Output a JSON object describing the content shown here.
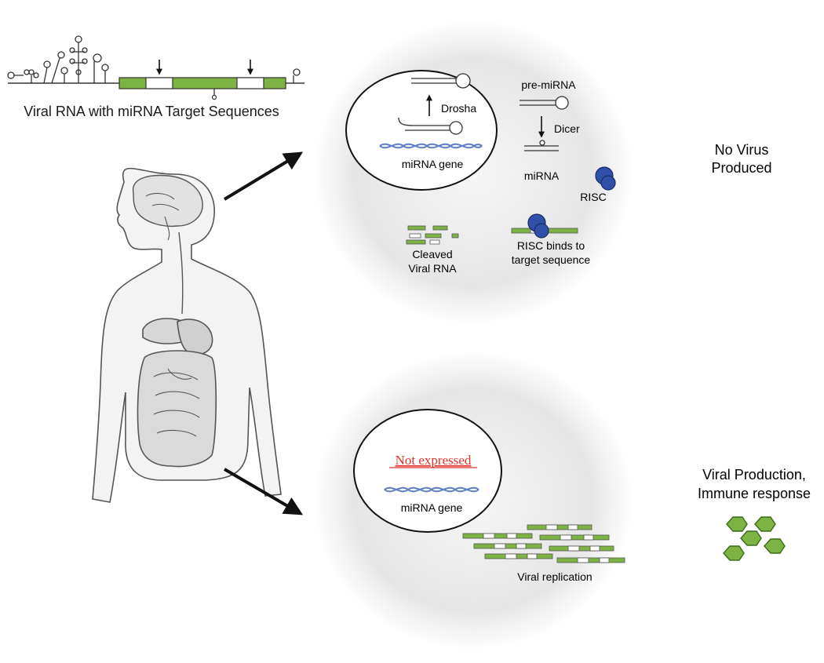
{
  "header": {
    "caption": "Viral RNA with miRNA Target Sequences"
  },
  "top_cell": {
    "nucleus": {
      "drosha": "Drosha",
      "gene": "miRNA gene"
    },
    "pre_mirna": "pre-miRNA",
    "dicer": "Dicer",
    "mirna": "miRNA",
    "risc": "RISC",
    "cleaved_line1": "Cleaved",
    "cleaved_line2": "Viral RNA",
    "binds_line1": "RISC binds to",
    "binds_line2": "target sequence"
  },
  "top_outcome": {
    "line1": "No Virus",
    "line2": "Produced"
  },
  "bottom_cell": {
    "not_expressed": "Not expressed",
    "gene": "miRNA gene",
    "replication": "Viral replication"
  },
  "bottom_outcome": {
    "line1": "Viral Production,",
    "line2": "Immune response"
  },
  "colors": {
    "rna_green": "#7cb342",
    "risc_blue": "#2f4fa8",
    "not_expressed_red": "#e0352b",
    "cell_gray": "#e8e8e8",
    "dna_blue": "#5a7fc4"
  }
}
